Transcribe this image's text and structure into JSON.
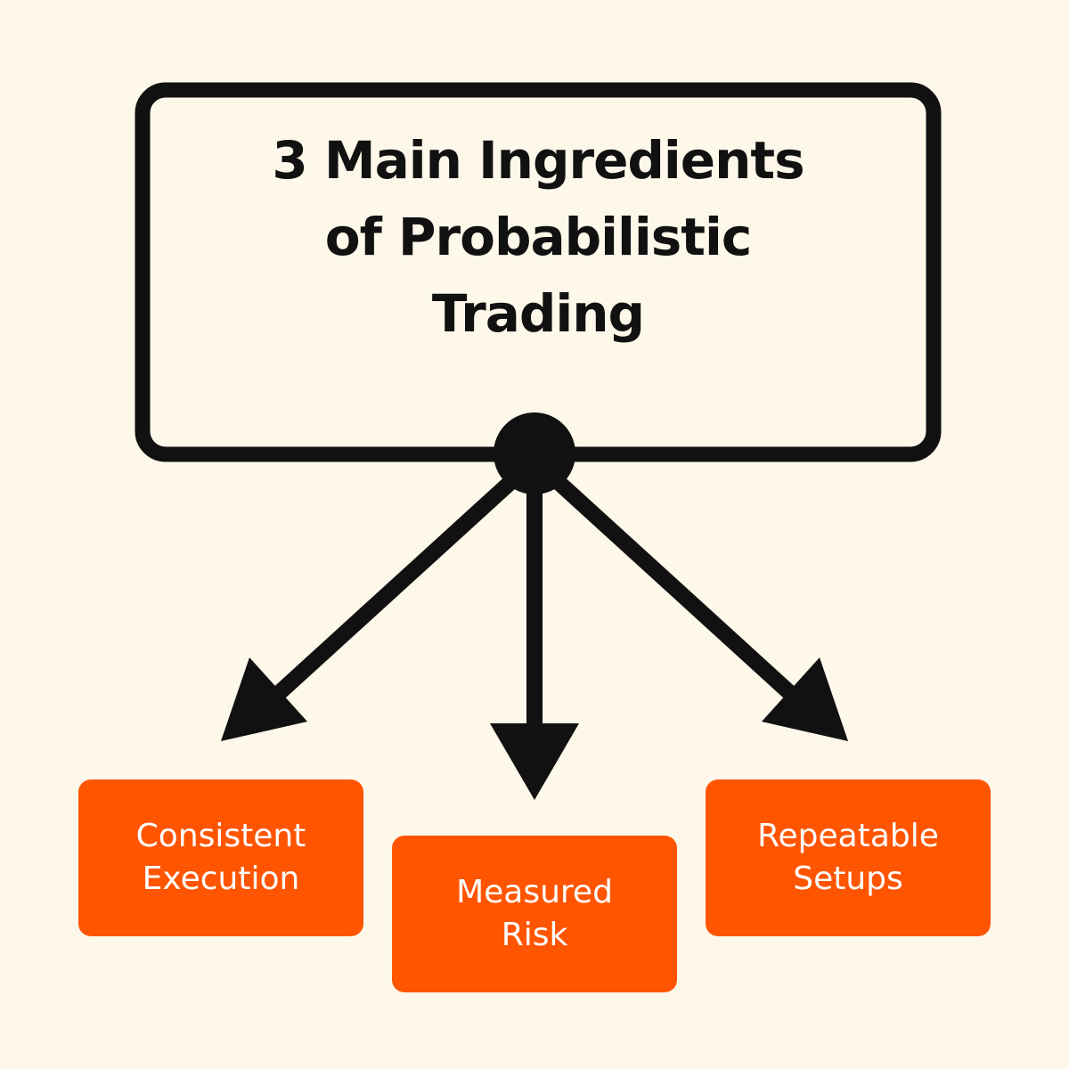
{
  "title": {
    "lines": [
      "3 Main Ingredients",
      "of Probabilistic",
      "Trading"
    ]
  },
  "ingredients": [
    {
      "lines": [
        "Consistent",
        "Execution"
      ]
    },
    {
      "lines": [
        "Measured",
        "Risk"
      ]
    },
    {
      "lines": [
        "Repeatable",
        "Setups"
      ]
    }
  ],
  "colors": {
    "background": "#FDF8E9",
    "accent": "#FF5500",
    "ink": "#111111"
  }
}
